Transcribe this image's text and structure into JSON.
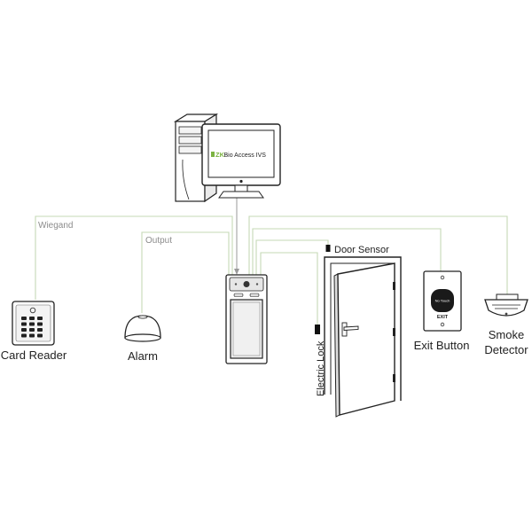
{
  "monitor": {
    "logo_mark": "ZK",
    "app_name": "Bio Access IVS"
  },
  "wires": {
    "wiegand_label": "Wiegand",
    "output_label": "Output"
  },
  "devices": {
    "card_reader": {
      "label": "Card Reader"
    },
    "alarm": {
      "label": "Alarm"
    },
    "door_sensor": {
      "label": "Door Sensor"
    },
    "electric_lock": {
      "label": "Electric Lock"
    },
    "exit_button": {
      "label": "Exit Button",
      "button_text": "No Touch",
      "exit_text": "EXIT"
    },
    "smoke_detector": {
      "label_line1": "Smoke",
      "label_line2": "Detector"
    }
  },
  "colors": {
    "outline": "#222222",
    "wire": "#c5d8b6",
    "wire_label": "#8c8c8c",
    "brand_green": "#7cb342",
    "pc_link": "#9a9a9a"
  }
}
